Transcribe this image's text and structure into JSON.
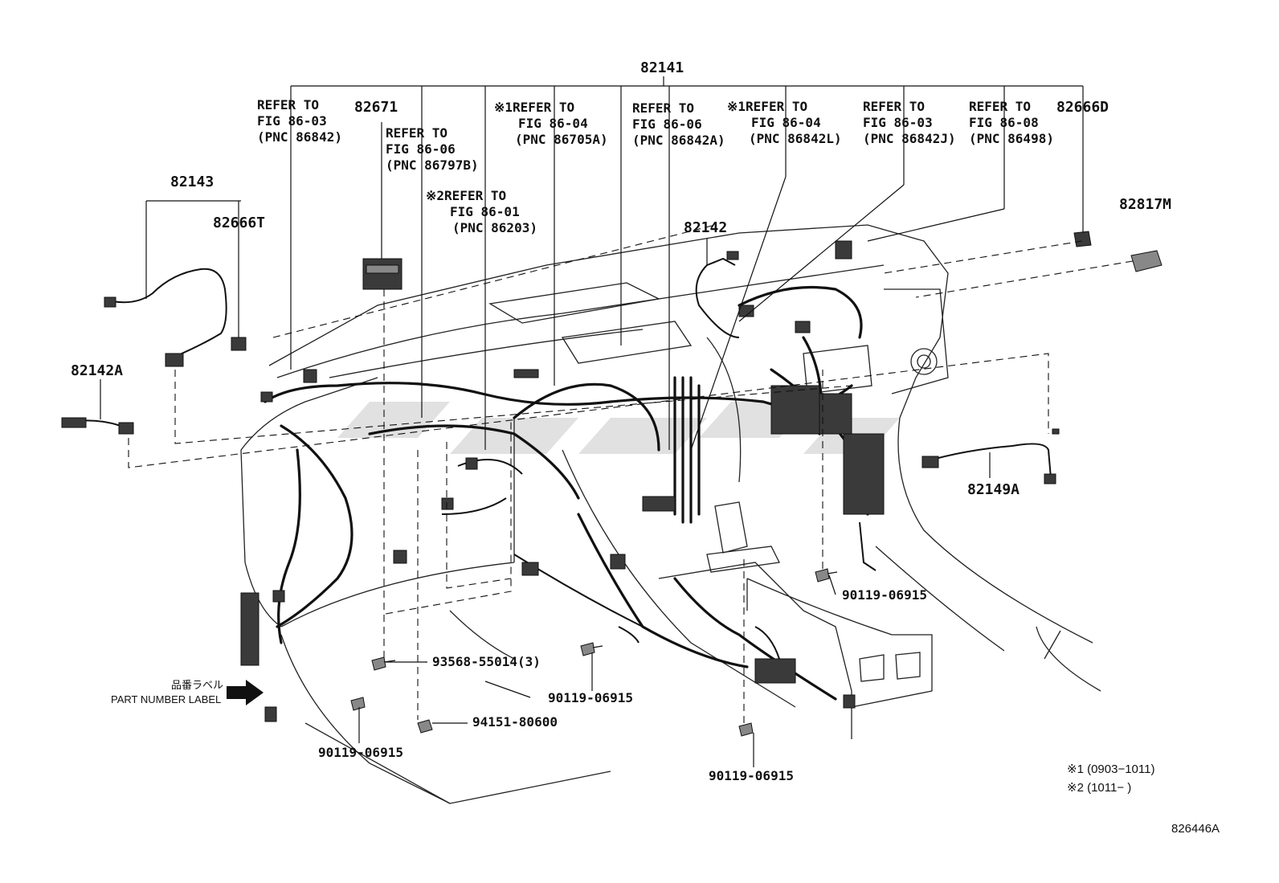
{
  "callouts": {
    "main": "82141",
    "c82671": "82671",
    "c82143": "82143",
    "c82666T": "82666T",
    "c82142A": "82142A",
    "c82142": "82142",
    "c82666D": "82666D",
    "c82817M": "82817M",
    "c82149A": "82149A",
    "b93568": "93568-55014(3)",
    "b90119_mid": "90119-06915",
    "b90119_right": "90119-06915",
    "b94151": "94151-80600",
    "b90119_left": "90119-06915",
    "b90119_bottom": "90119-06915"
  },
  "refer_notes": {
    "r1": [
      "REFER TO",
      "FIG 86-03",
      "(PNC 86842)"
    ],
    "r2": [
      "REFER TO",
      "FIG 86-06",
      "(PNC 86797B)"
    ],
    "r3": [
      "※2REFER TO",
      "FIG 86-01",
      "(PNC 86203)"
    ],
    "r4": [
      "※1REFER TO",
      "FIG 86-04",
      "(PNC 86705A)"
    ],
    "r5": [
      "REFER TO",
      "FIG 86-06",
      "(PNC 86842A)"
    ],
    "r6": [
      "※1REFER TO",
      "FIG 86-04",
      "(PNC 86842L)"
    ],
    "r7": [
      "REFER TO",
      "FIG 86-03",
      "(PNC 86842J)"
    ],
    "r8": [
      "REFER TO",
      "FIG 86-08",
      "(PNC 86498)"
    ]
  },
  "part_label": {
    "jp": "品番ラベル",
    "en": "PART NUMBER LABEL"
  },
  "footnotes": {
    "n1": "※1 (0903−1011)",
    "n2": "※2 (1011−        )"
  },
  "figure_code": "826446A"
}
